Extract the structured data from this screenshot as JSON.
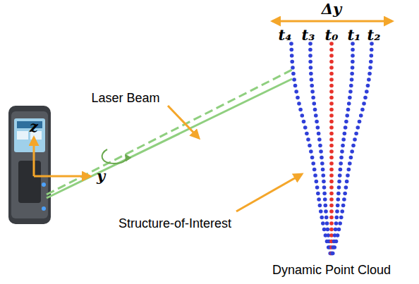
{
  "diagram": {
    "labels": [
      "Δy",
      "t₄",
      "t₃",
      "t₀",
      "t₁",
      "t₂",
      "Laser Beam",
      "z",
      "y",
      "Structure-of-Interest",
      "Dynamic Point Cloud"
    ]
  }
}
